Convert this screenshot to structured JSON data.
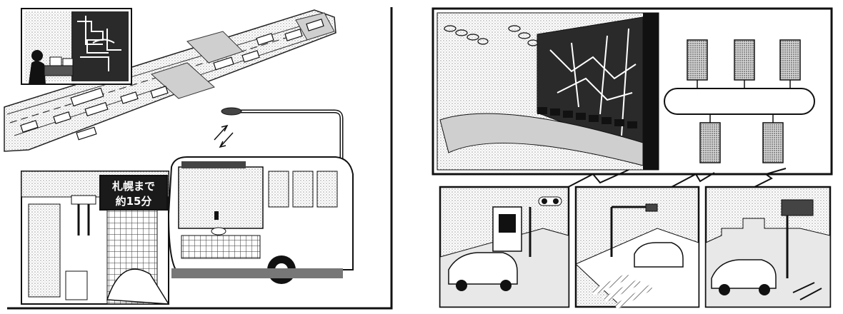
{
  "left_scene": {
    "bus_stop_sign": {
      "line1": "札幌まで",
      "line2": "約15分"
    }
  },
  "right_scene": {
    "server_count_top": 3,
    "server_count_bottom": 2,
    "panel_count": 3
  }
}
